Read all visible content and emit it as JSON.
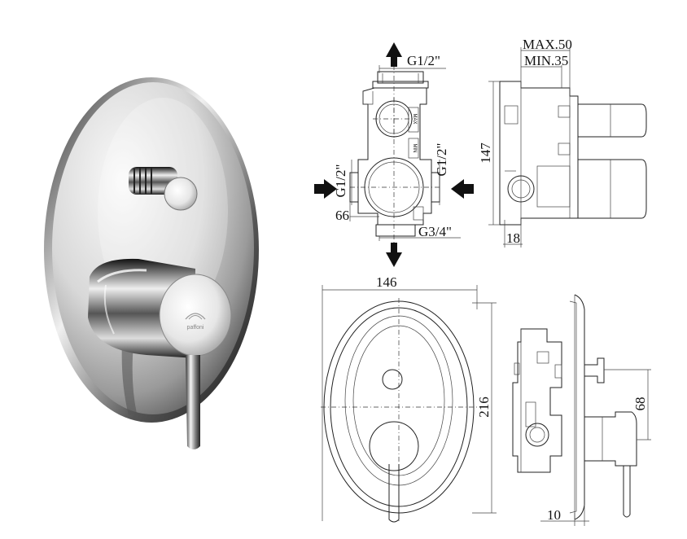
{
  "labels": {
    "top_outlet": "G1/2\"",
    "left_inlet": "G1/2\"",
    "right_inlet": "G1/2\"",
    "bottom_outlet": "G3/4\"",
    "width_66": "66",
    "max_depth": "MAX.50",
    "min_depth": "MIN.35",
    "height_147": "147",
    "offset_18": "18",
    "plate_width": "146",
    "plate_height": "216",
    "knob_spacing": "68",
    "plate_thickness": "10",
    "body_max_mark": "MAX",
    "body_min_mark": "MIN"
  },
  "logo_text": "paffoni",
  "colors": {
    "line": "#222222",
    "arrow": "#111111",
    "chrome_dark": "#3a3a3a",
    "chrome_light": "#f2f2f2"
  }
}
